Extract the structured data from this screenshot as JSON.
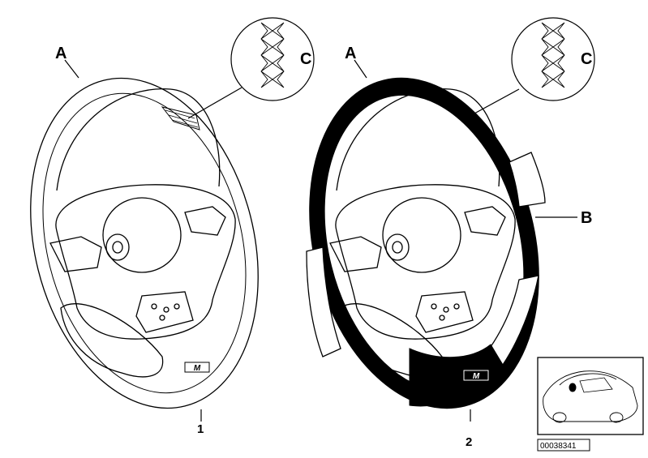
{
  "labels": {
    "a_left": "A",
    "c_left": "C",
    "a_right": "A",
    "c_right": "C",
    "b_right": "B",
    "item_1": "1",
    "item_2": "2"
  },
  "emblems": {
    "left": "M",
    "right": "M"
  },
  "reference_number": "00038341"
}
